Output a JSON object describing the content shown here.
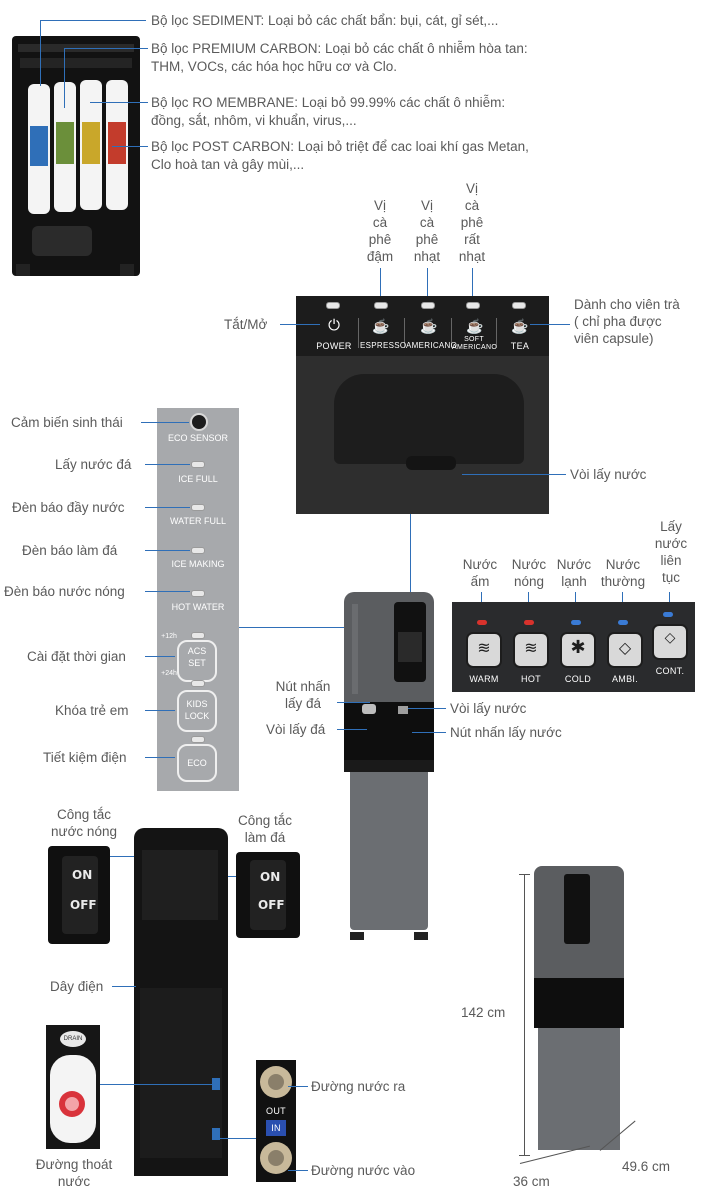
{
  "filters": {
    "sediment": "Bộ lọc SEDIMENT: Loại bỏ các chất bẩn: bụi, cát, gỉ sét,...",
    "premium_carbon_1": "Bộ lọc PREMIUM CARBON: Loại bỏ các chất ô nhiễm hòa tan:",
    "premium_carbon_2": "THM, VOCs, các hóa học hữu cơ và Clo.",
    "ro_membrane_1": "Bộ lọc RO MEMBRANE: Loại bỏ 99.99% các chất ô nhiễm:",
    "ro_membrane_2": "đồng, sắt, nhôm, vi khuẩn, virus,...",
    "post_carbon_1": "Bộ lọc POST CARBON: Loại bỏ triệt để cac loai khí gas Metan,",
    "post_carbon_2": "Clo hoà tan và gây mùi,..."
  },
  "coffee_panel": {
    "power_callout": "Tắt/Mở",
    "espresso_callout": [
      "Vị",
      "cà",
      "phê",
      "đậm"
    ],
    "americano_callout": [
      "Vị",
      "cà",
      "phê",
      "nhạt"
    ],
    "soft_callout": [
      "Vị",
      "cà",
      "phê",
      "rất",
      "nhạt"
    ],
    "tea_callout": [
      "Dành cho viên trà",
      "( chỉ pha được",
      "viên capsule)"
    ],
    "buttons": {
      "power": "POWER",
      "espresso": "ESPRESSO",
      "americano": "AMERICANO",
      "soft_1": "SOFT",
      "soft_2": "AMERICANO",
      "tea": "TEA"
    },
    "spout_callout": "Vòi lấy nước"
  },
  "side_panel": {
    "eco_sensor_callout": "Cảm biến sinh thái",
    "eco_sensor": "ECO SENSOR",
    "ice_full_callout": "Lấy nước đá",
    "ice_full": "ICE FULL",
    "water_full_callout": "Đèn báo đầy nước",
    "water_full": "WATER FULL",
    "ice_making_callout": "Đèn báo làm đá",
    "ice_making": "ICE MAKING",
    "hot_water_callout": "Đèn báo nước nóng",
    "hot_water": "HOT WATER",
    "timer_callout": "Cài đặt thời gian",
    "acs_1": "ACS",
    "acs_2": "SET",
    "plus12": "+12h",
    "plus24": "+24h",
    "child_lock_callout": "Khóa trẻ em",
    "kids_1": "KIDS",
    "kids_2": "LOCK",
    "eco_callout": "Tiết kiệm điện",
    "eco": "ECO"
  },
  "water_panel": {
    "warm_callout": [
      "Nước",
      "ấm"
    ],
    "hot_callout": [
      "Nước",
      "nóng"
    ],
    "cold_callout": [
      "Nước",
      "lạnh"
    ],
    "ambi_callout": [
      "Nước",
      "thường"
    ],
    "cont_callout": [
      "Lấy",
      "nước",
      "liên",
      "tục"
    ],
    "warm": "WARM",
    "hot": "HOT",
    "cold": "COLD",
    "ambi": "AMBI.",
    "cont": "CONT.",
    "led_colors": {
      "warm": "#d8322c",
      "hot": "#d8322c",
      "cold": "#3a7bd5",
      "ambi": "#3a7bd5",
      "cont": "#3a7bd5"
    }
  },
  "machine": {
    "ice_button_callout": [
      "Nút nhấn",
      "lấy đá"
    ],
    "ice_spout_callout": "Vòi lấy đá",
    "water_spout_callout": "Vòi lấy nước",
    "water_button_callout": "Nút nhấn lấy nước"
  },
  "back": {
    "hot_switch_callout": [
      "Công tắc",
      "nước nóng"
    ],
    "ice_switch_callout": [
      "Công tắc",
      "làm đá"
    ],
    "on": "ON",
    "off": "OFF",
    "cable_callout": "Dây điện",
    "drain_label": "DRAIN",
    "drain_callout": [
      "Đường thoát",
      "nước"
    ],
    "outlet_callout": "Đường nước ra",
    "inlet_callout": "Đường nước vào",
    "out": "OUT",
    "in": "IN"
  },
  "dimensions": {
    "height": "142 cm",
    "width": "36 cm",
    "depth": "49.6 cm"
  }
}
